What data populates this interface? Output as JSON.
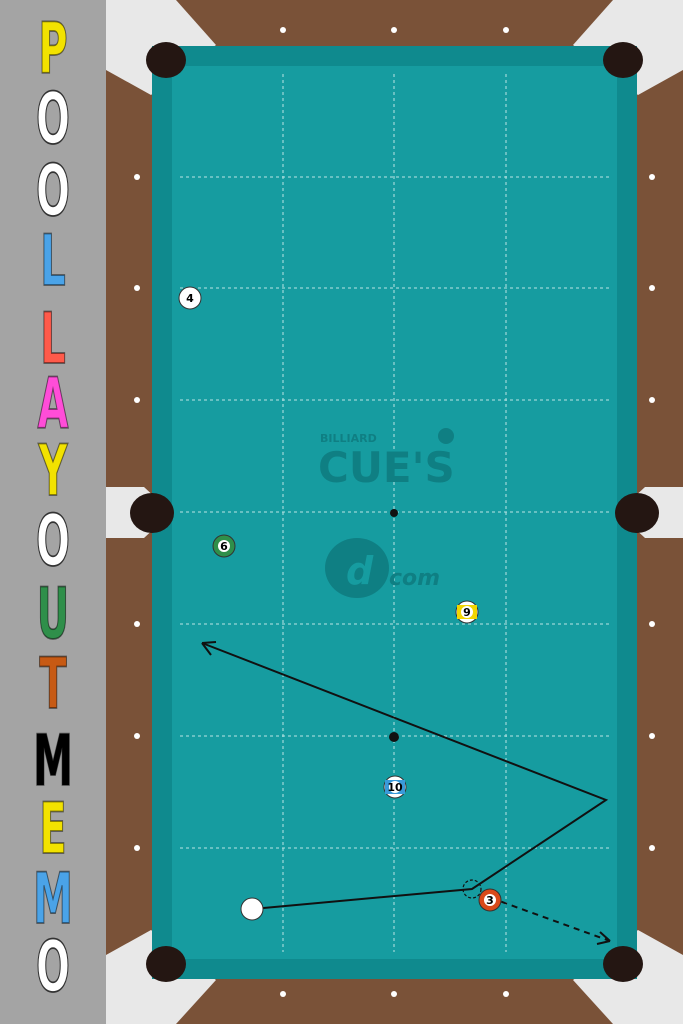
{
  "sidebar": {
    "letters": [
      {
        "char": "P",
        "color": "#f2e200"
      },
      {
        "char": "O",
        "color": "#ffffff"
      },
      {
        "char": "O",
        "color": "#ffffff"
      },
      {
        "char": "L",
        "color": "#4aa3e8"
      },
      {
        "char": "L",
        "color": "#ff5a4a"
      },
      {
        "char": "A",
        "color": "#ff4dd8"
      },
      {
        "char": "Y",
        "color": "#f2e200"
      },
      {
        "char": "O",
        "color": "#ffffff"
      },
      {
        "char": "U",
        "color": "#2f8f4a"
      },
      {
        "char": "T",
        "color": "#c75a14"
      },
      {
        "char": "M",
        "color": "#000000"
      },
      {
        "char": "E",
        "color": "#f2e200"
      },
      {
        "char": "M",
        "color": "#4aa3e8"
      },
      {
        "char": "O",
        "color": "#ffffff"
      }
    ]
  },
  "watermark": {
    "small": "BILLIARD",
    "large": "CUE'S",
    "com": "com"
  },
  "balls": [
    {
      "id": "cue",
      "label": "",
      "fill": "#ffffff",
      "ring": "#ffffff",
      "text_color": "#000000"
    },
    {
      "id": "3",
      "label": "3",
      "fill": "#d94a1a",
      "ring": "#ffffff",
      "text_color": "#000000"
    },
    {
      "id": "4",
      "label": "4",
      "fill": "#ffffff",
      "ring": "#ffffff",
      "text_color": "#000000"
    },
    {
      "id": "6",
      "label": "6",
      "fill": "#2f8f4a",
      "ring": "#ffffff",
      "text_color": "#000000"
    },
    {
      "id": "9",
      "label": "9",
      "fill": "#f2d500",
      "ring": "#ffffff",
      "text_color": "#000000"
    },
    {
      "id": "10",
      "label": "10",
      "fill": "#3a9ad9",
      "ring": "#ffffff",
      "text_color": "#000000"
    }
  ],
  "colors": {
    "felt": "#169ca0",
    "felt_dark": "#0f7f83",
    "rail_wood": "#7a5238",
    "rail_metal": "#e8e8e8",
    "pocket": "#241612"
  }
}
